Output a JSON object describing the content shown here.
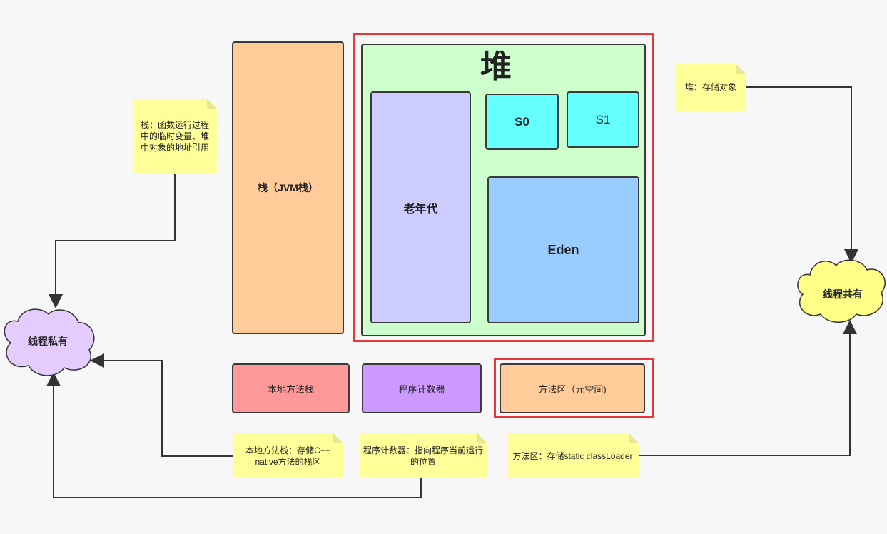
{
  "heap": {
    "title": "堆",
    "old_gen": "老年代",
    "s0": "S0",
    "s1": "S1",
    "eden": "Eden"
  },
  "stack": {
    "label": "栈（JVM栈）"
  },
  "native_stack": {
    "label": "本地方法栈"
  },
  "pc_register": {
    "label": "程序计数器"
  },
  "method_area": {
    "label": "方法区（元空间)"
  },
  "notes": {
    "stack": "栈：函数运行过程中的临时变量、堆中对象的地址引用",
    "heap": "堆：存储对象",
    "native": "本地方法栈：存储C++ native方法的栈区",
    "pc": "程序计数器：指向程序当前运行的位置",
    "method": "方法区：存储static classLoader"
  },
  "clouds": {
    "private": "线程私有",
    "shared": "线程共有"
  },
  "colors": {
    "heap_bg": "#ccffcc",
    "old_gen": "#ccccff",
    "survivor": "#66ffff",
    "eden": "#99ccff",
    "stack": "#ffcc99",
    "native_stack": "#ff9999",
    "pc_register": "#cc99ff",
    "method_area": "#ffcc99",
    "note": "#ffff99",
    "cloud_private": "#e5ccff",
    "cloud_shared": "#ffff88",
    "highlight": "#e8363a"
  }
}
